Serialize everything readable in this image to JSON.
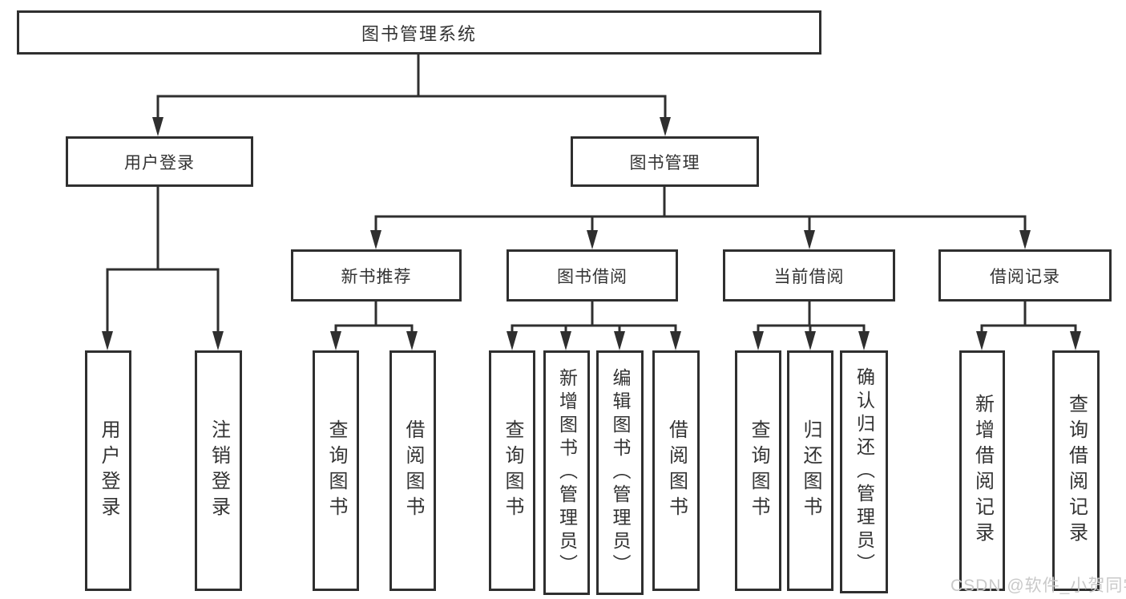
{
  "diagram": {
    "root": {
      "label": "图书管理系统"
    },
    "level2": [
      {
        "label": "用户登录",
        "children": [
          "用户登录",
          "注销登录"
        ]
      },
      {
        "label": "图书管理"
      }
    ],
    "level3": [
      {
        "label": "新书推荐",
        "children": [
          "查询图书",
          "借阅图书"
        ]
      },
      {
        "label": "图书借阅",
        "children": [
          "查询图书",
          "新增图书（管理员）",
          "编辑图书（管理员）",
          "借阅图书"
        ]
      },
      {
        "label": "当前借阅",
        "children": [
          "查询图书",
          "归还图书",
          "确认归还（管理员）"
        ]
      },
      {
        "label": "借阅记录",
        "children": [
          "新增借阅记录",
          "查询借阅记录"
        ]
      }
    ]
  },
  "watermark": {
    "text": "CSDN @软件_小贺同学"
  },
  "colors": {
    "line": "#2f2f2f",
    "text": "#333333",
    "watermark": "#c9c9c9",
    "background": "#ffffff"
  }
}
